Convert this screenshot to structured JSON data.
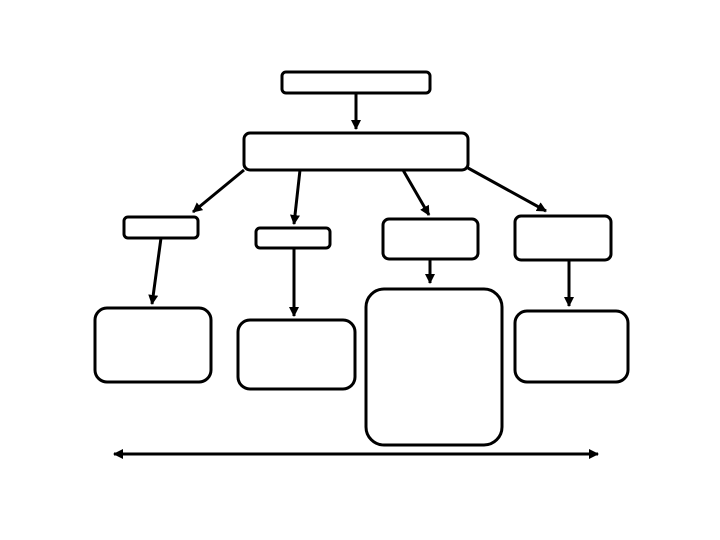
{
  "diagram": {
    "type": "hierarchy-flowchart",
    "colors": {
      "stroke": "#000000",
      "fill": "#ffffff",
      "background": "#ffffff"
    },
    "nodes": [
      {
        "id": "root",
        "text": ""
      },
      {
        "id": "level-2",
        "text": ""
      },
      {
        "id": "branch-1",
        "text": ""
      },
      {
        "id": "branch-2",
        "text": ""
      },
      {
        "id": "branch-3",
        "text": ""
      },
      {
        "id": "branch-4",
        "text": ""
      },
      {
        "id": "detail-1",
        "text": ""
      },
      {
        "id": "detail-2",
        "text": ""
      },
      {
        "id": "detail-3",
        "text": ""
      },
      {
        "id": "detail-4",
        "text": ""
      }
    ],
    "edges": [
      {
        "from": "root",
        "to": "level-2"
      },
      {
        "from": "level-2",
        "to": "branch-1"
      },
      {
        "from": "level-2",
        "to": "branch-2"
      },
      {
        "from": "level-2",
        "to": "branch-3"
      },
      {
        "from": "level-2",
        "to": "branch-4"
      },
      {
        "from": "branch-1",
        "to": "detail-1"
      },
      {
        "from": "branch-2",
        "to": "detail-2"
      },
      {
        "from": "branch-3",
        "to": "detail-3"
      },
      {
        "from": "branch-4",
        "to": "detail-4"
      }
    ],
    "bottom_axis": {
      "type": "double-headed-arrow",
      "label": ""
    }
  }
}
